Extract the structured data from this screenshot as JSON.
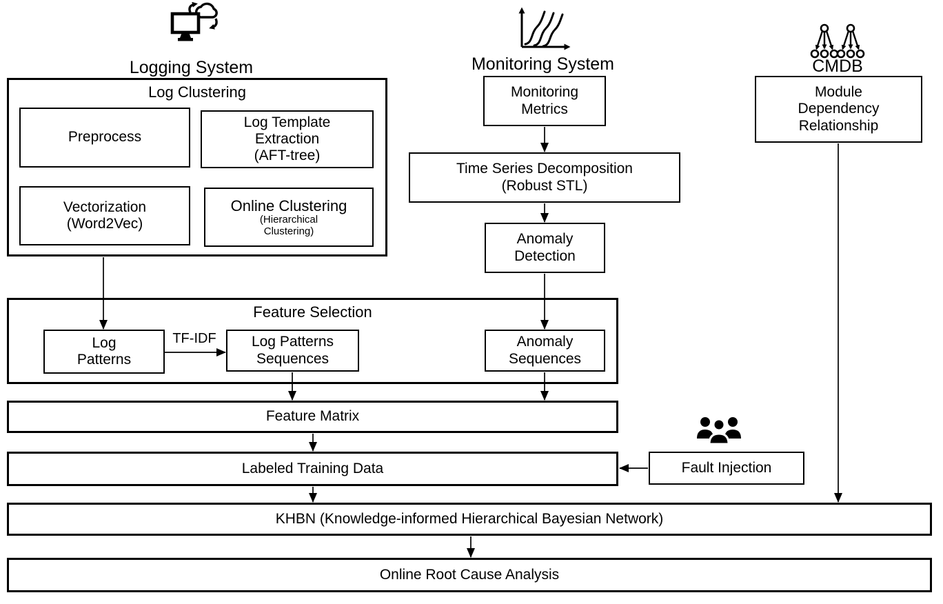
{
  "canvas": {
    "background": "#ffffff",
    "line_color": "#000000",
    "box_fill": "#ffffff"
  },
  "groups": {
    "logging": {
      "label": "Logging System",
      "icon": "computer-cloud-sync-icon"
    },
    "monitoring": {
      "label": "Monitoring System",
      "icon": "chart-growth-curves-icon"
    },
    "cmdb": {
      "label": "CMDB",
      "icon": "dependency-trees-icon"
    }
  },
  "containers": {
    "log_clustering": {
      "title": "Log Clustering"
    },
    "feature_selection": {
      "title": "Feature Selection"
    }
  },
  "nodes": {
    "preprocess": {
      "lines": [
        "Preprocess"
      ]
    },
    "log_template_extraction": {
      "lines": [
        "Log Template",
        "Extraction",
        "(AFT-tree)"
      ]
    },
    "vectorization": {
      "lines": [
        "Vectorization",
        "(Word2Vec)"
      ]
    },
    "online_clustering": {
      "lines": [
        "Online Clustering"
      ],
      "sub_lines": [
        "(Hierarchical",
        "Clustering)"
      ]
    },
    "monitoring_metrics": {
      "lines": [
        "Monitoring",
        "Metrics"
      ]
    },
    "time_series_decomposition": {
      "lines": [
        "Time Series Decomposition",
        "(Robust STL)"
      ]
    },
    "anomaly_detection": {
      "lines": [
        "Anomaly",
        "Detection"
      ]
    },
    "module_dependency_relationship": {
      "lines": [
        "Module",
        "Dependency",
        "Relationship"
      ]
    },
    "log_patterns": {
      "lines": [
        "Log",
        "Patterns"
      ]
    },
    "log_patterns_sequences": {
      "lines": [
        "Log Patterns",
        "Sequences"
      ]
    },
    "anomaly_sequences": {
      "lines": [
        "Anomaly",
        "Sequences"
      ]
    },
    "feature_matrix": {
      "lines": [
        "Feature Matrix"
      ]
    },
    "labeled_training_data": {
      "lines": [
        "Labeled Training Data"
      ]
    },
    "fault_injection": {
      "lines": [
        "Fault Injection"
      ],
      "icon": "people-group-icon"
    },
    "khbn": {
      "lines": [
        "KHBN (Knowledge-informed Hierarchical Bayesian Network)"
      ]
    },
    "online_root_cause_analysis": {
      "lines": [
        "Online Root Cause Analysis"
      ]
    }
  },
  "edges": {
    "tf_idf_label": "TF-IDF"
  }
}
